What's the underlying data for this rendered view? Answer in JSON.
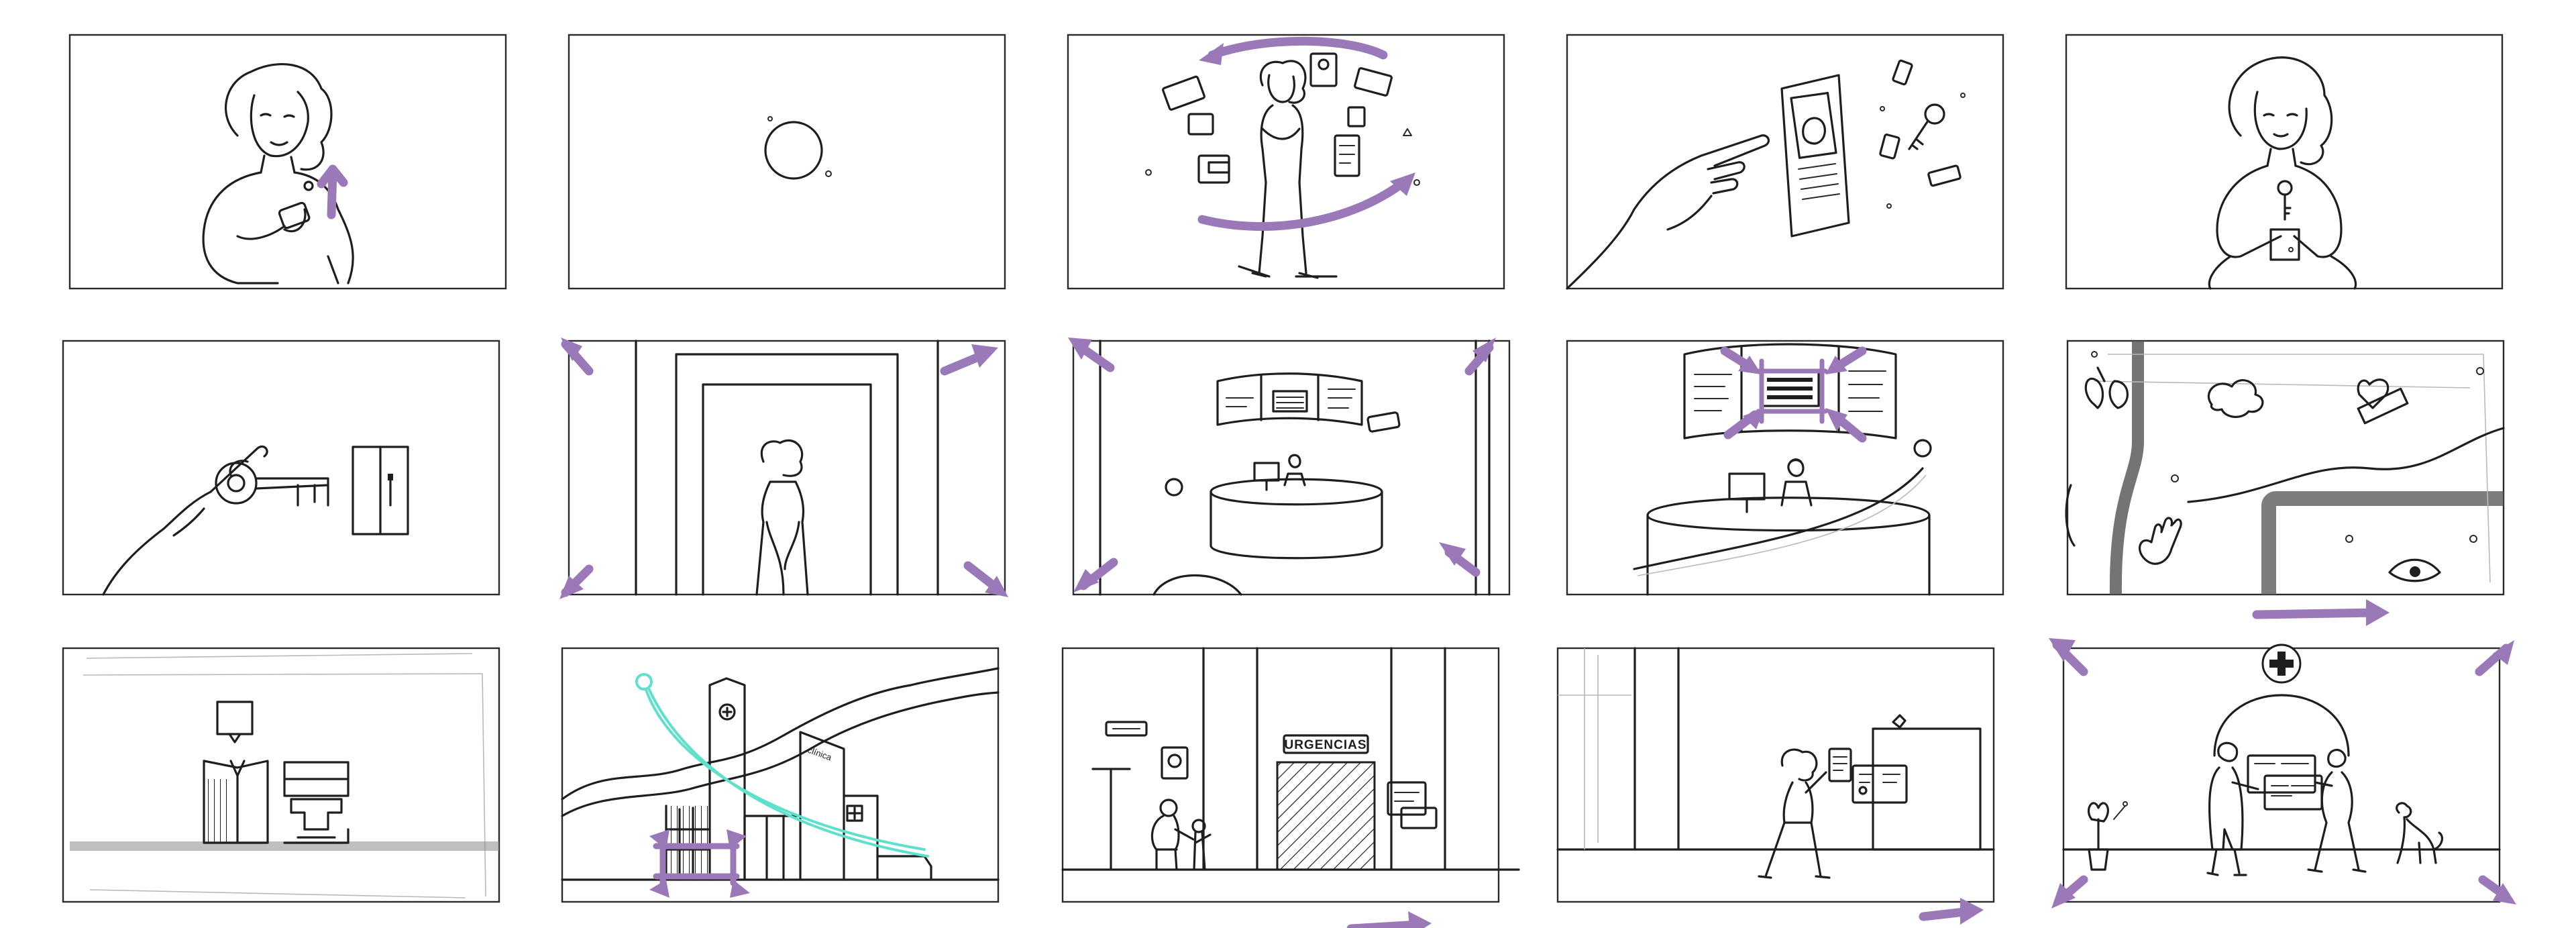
{
  "storyboard": {
    "columns": 5,
    "rows": 3,
    "panels": [
      {
        "id": 1,
        "scene": "woman-holding-phone"
      },
      {
        "id": 2,
        "scene": "empty-circle"
      },
      {
        "id": 3,
        "scene": "woman-with-floating-documents"
      },
      {
        "id": 4,
        "scene": "hand-reaching-to-profile"
      },
      {
        "id": 5,
        "scene": "woman-holding-key"
      },
      {
        "id": 6,
        "scene": "hand-with-key-and-door"
      },
      {
        "id": 7,
        "scene": "woman-in-doorway"
      },
      {
        "id": 8,
        "scene": "reception-with-screens"
      },
      {
        "id": 9,
        "scene": "reception-screens-close-up"
      },
      {
        "id": 10,
        "scene": "health-icon-collage"
      },
      {
        "id": 11,
        "scene": "robot-and-screen-objects"
      },
      {
        "id": 12,
        "scene": "hospital-buildings-skyline"
      },
      {
        "id": 13,
        "scene": "emergency-entrance",
        "sign_text": "URGENCIAS"
      },
      {
        "id": 14,
        "scene": "woman-with-floating-screens"
      },
      {
        "id": 15,
        "scene": "doctor-and-patient-with-dog"
      }
    ]
  },
  "hospital": {
    "building_sign": "clínica"
  },
  "colors": {
    "ink": "#1e1e1e",
    "motion_arrows": "#9b79b8",
    "motion_trail": "#5fe0cc",
    "frame_border": "#2b2b2b",
    "background": "#ffffff"
  }
}
